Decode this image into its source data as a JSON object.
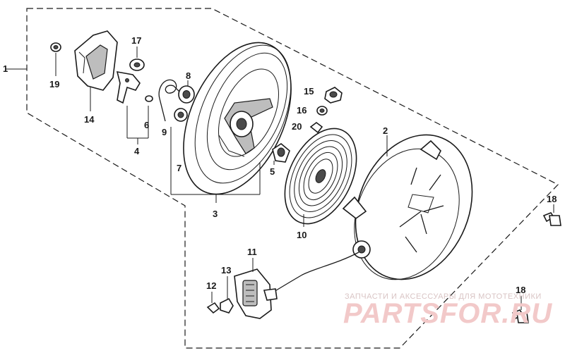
{
  "callouts": [
    {
      "id": "1",
      "label": "1"
    },
    {
      "id": "2",
      "label": "2"
    },
    {
      "id": "3",
      "label": "3"
    },
    {
      "id": "4",
      "label": "4"
    },
    {
      "id": "5",
      "label": "5"
    },
    {
      "id": "6",
      "label": "6"
    },
    {
      "id": "7",
      "label": "7"
    },
    {
      "id": "8",
      "label": "8"
    },
    {
      "id": "9",
      "label": "9"
    },
    {
      "id": "10",
      "label": "10"
    },
    {
      "id": "11",
      "label": "11"
    },
    {
      "id": "12",
      "label": "12"
    },
    {
      "id": "13",
      "label": "13"
    },
    {
      "id": "14",
      "label": "14"
    },
    {
      "id": "15",
      "label": "15"
    },
    {
      "id": "16",
      "label": "16"
    },
    {
      "id": "17",
      "label": "17"
    },
    {
      "id": "18a",
      "label": "18"
    },
    {
      "id": "18b",
      "label": "18"
    },
    {
      "id": "19",
      "label": "19"
    },
    {
      "id": "20",
      "label": "20"
    }
  ],
  "watermark": {
    "tagline": "ЗАПЧАСТИ И АКСЕССУАРЫ ДЛЯ МОТОТЕХНИКИ",
    "logo": "PARTSFOR.RU"
  }
}
